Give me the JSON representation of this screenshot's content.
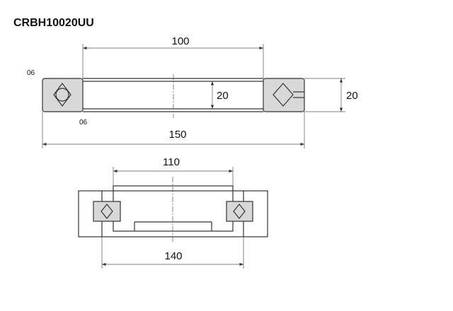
{
  "title": "CRBH10020UU",
  "top_view": {
    "inner_diameter": "100",
    "outer_diameter": "150",
    "inner_width": "20",
    "outer_width": "20",
    "chamfer_top": "06",
    "chamfer_bottom": "06"
  },
  "mounting_view": {
    "shaft_diameter": "110",
    "housing_diameter": "140"
  }
}
